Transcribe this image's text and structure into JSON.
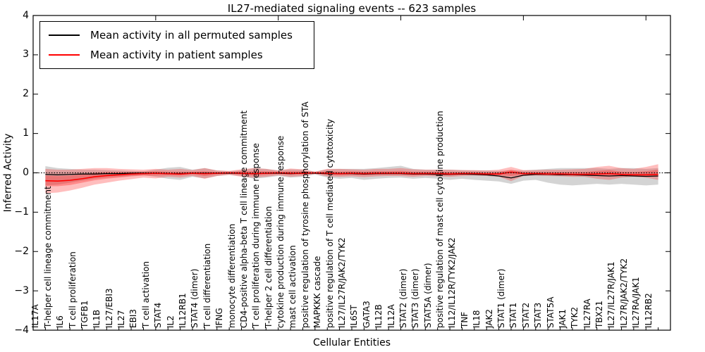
{
  "title": "IL27-mediated signaling events -- 623 samples",
  "legend": {
    "permuted_label": "Mean activity in all permuted samples",
    "patient_label": "Mean activity in patient samples",
    "permuted_color": "#000000",
    "patient_color": "#ff0000"
  },
  "axes": {
    "ylabel": "Inferred Activity",
    "xlabel": "Cellular Entities",
    "ylim": [
      -4,
      4
    ],
    "ytick_labels": [
      "4",
      "3",
      "2",
      "1",
      "0",
      "−1",
      "−2",
      "−3",
      "−4"
    ],
    "ytick_values": [
      4,
      3,
      2,
      1,
      0,
      -1,
      -2,
      -3,
      -4
    ],
    "xtick_top_values": [
      0,
      10,
      20,
      30,
      40,
      50
    ]
  },
  "chart_data": {
    "type": "line",
    "title": "IL27-mediated signaling events -- 623 samples",
    "xlabel": "Cellular Entities",
    "ylabel": "Inferred Activity",
    "ylim": [
      -4,
      4
    ],
    "grid": false,
    "legend_position": "upper left",
    "zero_line": true,
    "categories": [
      "IL17A",
      "T-helper cell lineage commitment",
      "IL6",
      "T cell proliferation",
      "TGFB1",
      "IL1B",
      "IL27/EBI3",
      "IL27",
      "EBI3",
      "T cell activation",
      "STAT4",
      "IL2",
      "IL12RB1",
      "STAT4 (dimer)",
      "T cell differentiation",
      "IFNG",
      "monocyte differentiation",
      "CD4-positive alpha-beta T cell lineage commitment",
      "T cell proliferation during immune response",
      "T-helper 2 cell differentiation",
      "cytokine production during immune response",
      "mast cell activation",
      "positive regulation of tyrosine phosphorylation of STA",
      "MAPKKK cascade",
      "positive regulation of T cell mediated cytotoxicity",
      "IL27/IL27R/JAK2/TYK2",
      "IL6ST",
      "GATA3",
      "IL12B",
      "IL12A",
      "STAT2 (dimer)",
      "STAT3 (dimer)",
      "STAT5A (dimer)",
      "positive regulation of mast cell cytokine production",
      "IL12/IL12R/TYK2/JAK2",
      "TNF",
      "IL18",
      "JAK2",
      "STAT1 (dimer)",
      "STAT1",
      "STAT2",
      "STAT3",
      "STAT5A",
      "JAK1",
      "TYK2",
      "IL27RA",
      "TBX21",
      "IL27/IL27R/JAK1",
      "IL27R/JAK2/TYK2",
      "IL27RA/JAK1",
      "IL12RB2"
    ],
    "series": [
      {
        "name": "Mean activity in all permuted samples",
        "color": "#000000",
        "values": [
          -0.04,
          -0.05,
          -0.04,
          -0.03,
          -0.03,
          -0.02,
          -0.02,
          -0.01,
          -0.01,
          -0.01,
          -0.02,
          -0.02,
          -0.01,
          -0.01,
          -0.01,
          -0.01,
          -0.01,
          -0.02,
          -0.01,
          -0.01,
          -0.02,
          -0.01,
          -0.01,
          -0.02,
          -0.02,
          -0.02,
          -0.03,
          -0.02,
          -0.02,
          -0.02,
          -0.03,
          -0.03,
          -0.04,
          -0.04,
          -0.03,
          -0.04,
          -0.05,
          -0.08,
          -0.13,
          -0.06,
          -0.04,
          -0.04,
          -0.05,
          -0.05,
          -0.06,
          -0.07,
          -0.08,
          -0.07,
          -0.08,
          -0.09,
          -0.08
        ]
      },
      {
        "name": "Mean activity in patient samples",
        "color": "#ff0000",
        "values": [
          -0.2,
          -0.21,
          -0.19,
          -0.15,
          -0.1,
          -0.07,
          -0.05,
          -0.03,
          -0.02,
          -0.01,
          -0.02,
          -0.03,
          -0.01,
          -0.02,
          -0.01,
          0.0,
          -0.01,
          -0.02,
          -0.01,
          0.0,
          -0.01,
          -0.01,
          0.0,
          -0.01,
          -0.02,
          -0.01,
          -0.02,
          -0.01,
          -0.01,
          -0.01,
          -0.02,
          -0.02,
          -0.02,
          -0.03,
          -0.02,
          -0.02,
          -0.03,
          -0.03,
          0.02,
          -0.02,
          -0.02,
          -0.03,
          -0.03,
          -0.04,
          -0.04,
          -0.03,
          -0.02,
          -0.04,
          -0.05,
          -0.05,
          -0.04
        ]
      }
    ],
    "bands": [
      {
        "name": "permuted-range",
        "color": "rgba(120,120,120,0.32)",
        "hi": [
          0.17,
          0.12,
          0.1,
          0.08,
          0.08,
          0.07,
          0.06,
          0.05,
          0.04,
          0.08,
          0.13,
          0.15,
          0.08,
          0.12,
          0.06,
          0.04,
          0.06,
          0.12,
          0.1,
          0.06,
          0.09,
          0.08,
          0.03,
          0.09,
          0.1,
          0.1,
          0.1,
          0.12,
          0.15,
          0.18,
          0.1,
          0.08,
          0.08,
          0.08,
          0.07,
          0.06,
          0.06,
          0.05,
          0.06,
          0.06,
          0.08,
          0.1,
          0.12,
          0.12,
          0.12,
          0.12,
          0.1,
          0.12,
          0.12,
          0.1,
          0.12
        ],
        "lo": [
          -0.32,
          -0.3,
          -0.25,
          -0.2,
          -0.15,
          -0.12,
          -0.1,
          -0.08,
          -0.06,
          -0.1,
          -0.15,
          -0.18,
          -0.1,
          -0.14,
          -0.08,
          -0.05,
          -0.08,
          -0.15,
          -0.12,
          -0.08,
          -0.12,
          -0.1,
          -0.04,
          -0.12,
          -0.15,
          -0.13,
          -0.18,
          -0.15,
          -0.13,
          -0.12,
          -0.15,
          -0.13,
          -0.15,
          -0.18,
          -0.15,
          -0.18,
          -0.2,
          -0.22,
          -0.28,
          -0.2,
          -0.18,
          -0.25,
          -0.3,
          -0.32,
          -0.3,
          -0.28,
          -0.3,
          -0.28,
          -0.3,
          -0.32,
          -0.3
        ]
      },
      {
        "name": "patient-range-outer",
        "color": "rgba(255,20,20,0.28)",
        "hi": [
          0.1,
          0.08,
          0.08,
          0.1,
          0.12,
          0.12,
          0.1,
          0.09,
          0.08,
          0.1,
          0.08,
          0.1,
          0.07,
          0.12,
          0.06,
          0.05,
          0.09,
          0.12,
          0.1,
          0.06,
          0.11,
          0.09,
          0.03,
          0.1,
          0.1,
          0.09,
          0.08,
          0.1,
          0.1,
          0.12,
          0.09,
          0.08,
          0.08,
          0.08,
          0.07,
          0.07,
          0.06,
          0.08,
          0.15,
          0.07,
          0.07,
          0.08,
          0.08,
          0.09,
          0.1,
          0.15,
          0.18,
          0.12,
          0.1,
          0.15,
          0.22
        ],
        "lo": [
          -0.52,
          -0.5,
          -0.45,
          -0.38,
          -0.3,
          -0.25,
          -0.2,
          -0.16,
          -0.12,
          -0.14,
          -0.1,
          -0.12,
          -0.08,
          -0.15,
          -0.08,
          -0.05,
          -0.1,
          -0.12,
          -0.1,
          -0.06,
          -0.1,
          -0.08,
          -0.03,
          -0.09,
          -0.1,
          -0.09,
          -0.11,
          -0.09,
          -0.08,
          -0.08,
          -0.1,
          -0.08,
          -0.09,
          -0.1,
          -0.08,
          -0.07,
          -0.08,
          -0.1,
          -0.21,
          -0.08,
          -0.07,
          -0.08,
          -0.09,
          -0.1,
          -0.1,
          -0.15,
          -0.18,
          -0.12,
          -0.1,
          -0.12,
          -0.18
        ]
      },
      {
        "name": "patient-range-inner",
        "color": "rgba(255,20,20,0.30)",
        "hi": [
          -0.07,
          -0.08,
          -0.07,
          -0.04,
          0.0,
          0.02,
          0.02,
          0.02,
          0.03,
          0.04,
          0.03,
          0.03,
          0.03,
          0.04,
          0.02,
          0.02,
          0.04,
          0.04,
          0.04,
          0.03,
          0.04,
          0.04,
          0.01,
          0.04,
          0.03,
          0.04,
          0.03,
          0.04,
          0.04,
          0.05,
          0.03,
          0.03,
          0.03,
          0.02,
          0.02,
          0.02,
          0.01,
          0.02,
          0.08,
          0.02,
          0.02,
          0.02,
          0.02,
          0.02,
          0.02,
          0.05,
          0.07,
          0.03,
          0.02,
          0.04,
          0.08
        ],
        "lo": [
          -0.34,
          -0.34,
          -0.31,
          -0.25,
          -0.19,
          -0.15,
          -0.12,
          -0.09,
          -0.07,
          -0.07,
          -0.06,
          -0.07,
          -0.04,
          -0.08,
          -0.04,
          -0.02,
          -0.05,
          -0.07,
          -0.05,
          -0.03,
          -0.05,
          -0.04,
          -0.01,
          -0.05,
          -0.06,
          -0.05,
          -0.06,
          -0.05,
          -0.04,
          -0.04,
          -0.06,
          -0.05,
          -0.05,
          -0.06,
          -0.05,
          -0.04,
          -0.05,
          -0.06,
          -0.08,
          -0.05,
          -0.04,
          -0.05,
          -0.06,
          -0.07,
          -0.07,
          -0.08,
          -0.09,
          -0.08,
          -0.07,
          -0.08,
          -0.1
        ]
      }
    ]
  }
}
